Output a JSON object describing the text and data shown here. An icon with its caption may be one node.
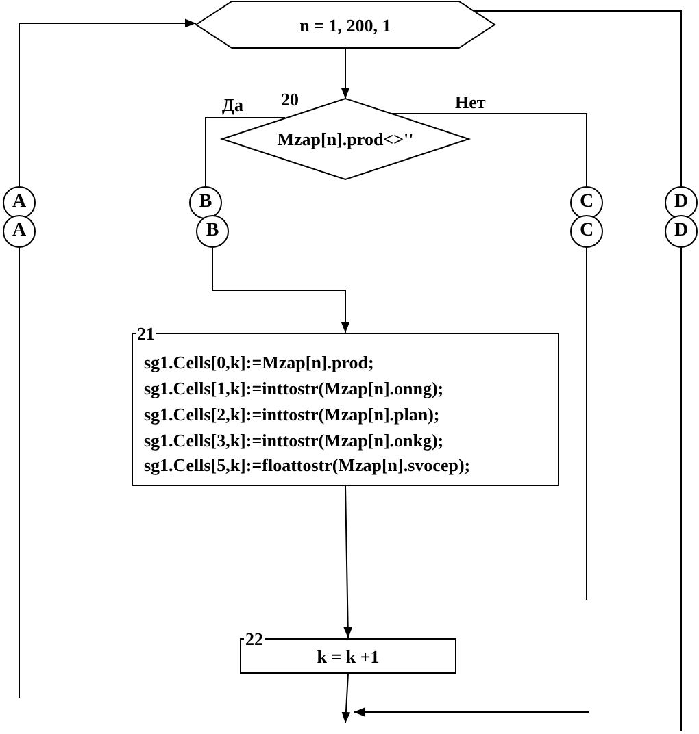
{
  "diagram": {
    "nodes": [
      {
        "text": [
          "n = 1, 200, 1"
        ]
      },
      {
        "text": [
          "Mzap[n].prod<>''"
        ],
        "beside": [
          "20"
        ]
      },
      {
        "text": [
          "A"
        ]
      },
      {
        "text": [
          "A"
        ]
      },
      {
        "text": [
          "B"
        ]
      },
      {
        "text": [
          "B"
        ]
      },
      {
        "text": [
          "C"
        ]
      },
      {
        "text": [
          "C"
        ]
      },
      {
        "text": [
          "D"
        ]
      },
      {
        "text": [
          "D"
        ]
      },
      {
        "text": [
          "21",
          "sg1.Cells[0,k]:=Mzap[n].prod;",
          "sg1.Cells[1,k]:=inttostr(Mzap[n].onng);",
          "sg1.Cells[2,k]:=inttostr(Mzap[n].plan);",
          "sg1.Cells[3,k]:=inttostr(Mzap[n].onkg);",
          "sg1.Cells[5,k]:=floattostr(Mzap[n].svocep);"
        ]
      },
      {
        "text": [
          "22",
          "k = k +1"
        ]
      }
    ],
    "edges": [
      {
        "from": 0,
        "to": 1,
        "arrow": "to"
      },
      {
        "from": 1,
        "to": 4,
        "arrow": "none",
        "label": "Да"
      },
      {
        "from": 1,
        "to": 6,
        "arrow": "none",
        "label": "Нет"
      },
      {
        "from": 2,
        "to": 0,
        "arrow": "to"
      },
      {
        "from": 0,
        "to": 8,
        "arrow": "none"
      },
      {
        "from": 5,
        "to": 10,
        "arrow": "to"
      },
      {
        "from": 10,
        "to": 11,
        "arrow": "to"
      },
      {
        "from": 11,
        "to": null,
        "arrow": "to"
      },
      {
        "from": 3,
        "to": null,
        "arrow": "none"
      },
      {
        "from": 7,
        "to": null,
        "arrow": "none"
      },
      {
        "from": 9,
        "to": null,
        "arrow": "none"
      }
    ]
  }
}
